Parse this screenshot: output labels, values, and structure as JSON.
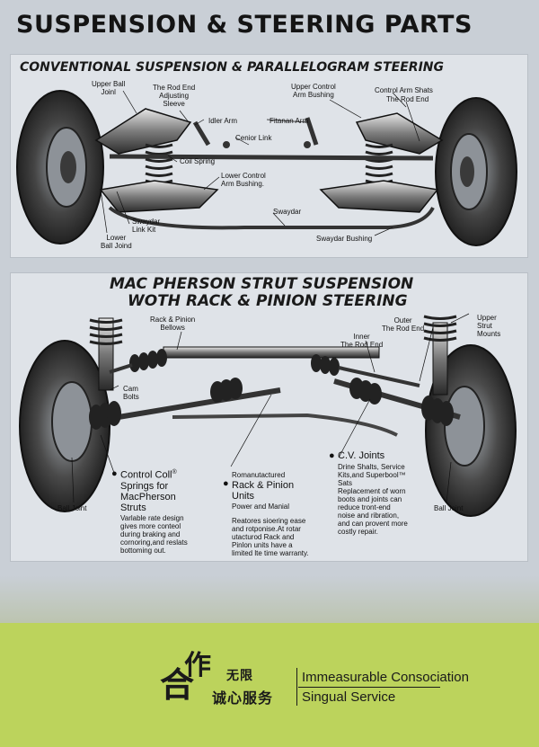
{
  "page_title": "SUSPENSION & STEERING PARTS",
  "top_section": {
    "title": "CONVENTIONAL SUSPENSION & PARALLELOGRAM STEERING",
    "labels": {
      "upper_ball_joint_1": "Upper Ball",
      "upper_ball_joint_2": "Joinl",
      "rod_end_sleeve_1": "The Rod End",
      "rod_end_sleeve_2": "Adjusting",
      "rod_end_sleeve_3": "Sleeve",
      "idler_arm": "Idler Arm",
      "upper_control_arm_bushing_1": "Upper Control",
      "upper_control_arm_bushing_2": "Arm Bushing",
      "control_arm_shafts": "Control Arm Shats",
      "the_rod_end": "The Rod End",
      "pitman_arm": "Fitanan Arm",
      "center_link": "Cenior Link",
      "coil_spring": "Coil Spring",
      "lower_control_arm_bushing_1": "Lower Control",
      "lower_control_arm_bushing_2": "Arm Bushing.",
      "sway_bar_link_kit_1": "Swaydar",
      "sway_bar_link_kit_2": "Link Kit",
      "lower_ball_joint_1": "Lower",
      "lower_ball_joint_2": "Ball Joind",
      "sway_bar": "Swaydar",
      "sway_bar_bushing": "Swaydar Bushing"
    }
  },
  "bottom_section": {
    "title_line1": "MAC PHERSON STRUT SUSPENSION",
    "title_line2": "WOTH  RACK  &  PINION STEERING",
    "labels": {
      "rack_pinion_bellows_1": "Rack & Pinion",
      "rack_pinion_bellows_2": "Bellows",
      "outer_rod_end_1": "Outer",
      "outer_rod_end_2": "The Rod End",
      "inner_rod_end_1": "Inner",
      "inner_rod_end_2": "The Rod End",
      "upper_strut_mounts_1": "Upper",
      "upper_strut_mounts_2": "Strut",
      "upper_strut_mounts_3": "Mounts",
      "cam_bolts_1": "Cam",
      "cam_bolts_2": "Bolts",
      "ball_joint_left": "Ball Joint",
      "ball_joint_right": "Ball Joint"
    },
    "features": [
      {
        "title_lines": [
          "Control Coll",
          "Springs for",
          "MacPherson",
          "Struts"
        ],
        "reg": "®",
        "subtitle": "",
        "body_lines": [
          "Varlable rate design",
          "gives more conteol",
          "during braking and",
          "cornoring,and reslats",
          "bottoming out."
        ]
      },
      {
        "pretitle": "Romanutactured",
        "title_lines": [
          "Rack & Pinion",
          "Units"
        ],
        "subtitle": "Power and Manial",
        "body_lines": [
          "Reatores sioering ease",
          "and rotponise.At  rotar",
          "utacturod Rack and",
          "Pinlon units have a",
          "limited  lte time warranty."
        ]
      },
      {
        "title_lines": [
          "C.V. Joints"
        ],
        "subtitle_lines": [
          "Drine Shalts, Service",
          "Kits,and Superbool™",
          "Sats"
        ],
        "body_lines": [
          "Replacement of worn",
          "boots and joints can",
          "reduce tront-end",
          "noise and ribration,",
          "and can provent more",
          "costly repair."
        ]
      }
    ]
  },
  "footer": {
    "logo_char_1": "合",
    "logo_char_2": "作",
    "chinese_line1": "无限",
    "chinese_line2": "诚心服务",
    "slogan_line1": "Immeasurable Consociation",
    "slogan_line2": "Singual Service",
    "background_color": "#bcd35c"
  }
}
